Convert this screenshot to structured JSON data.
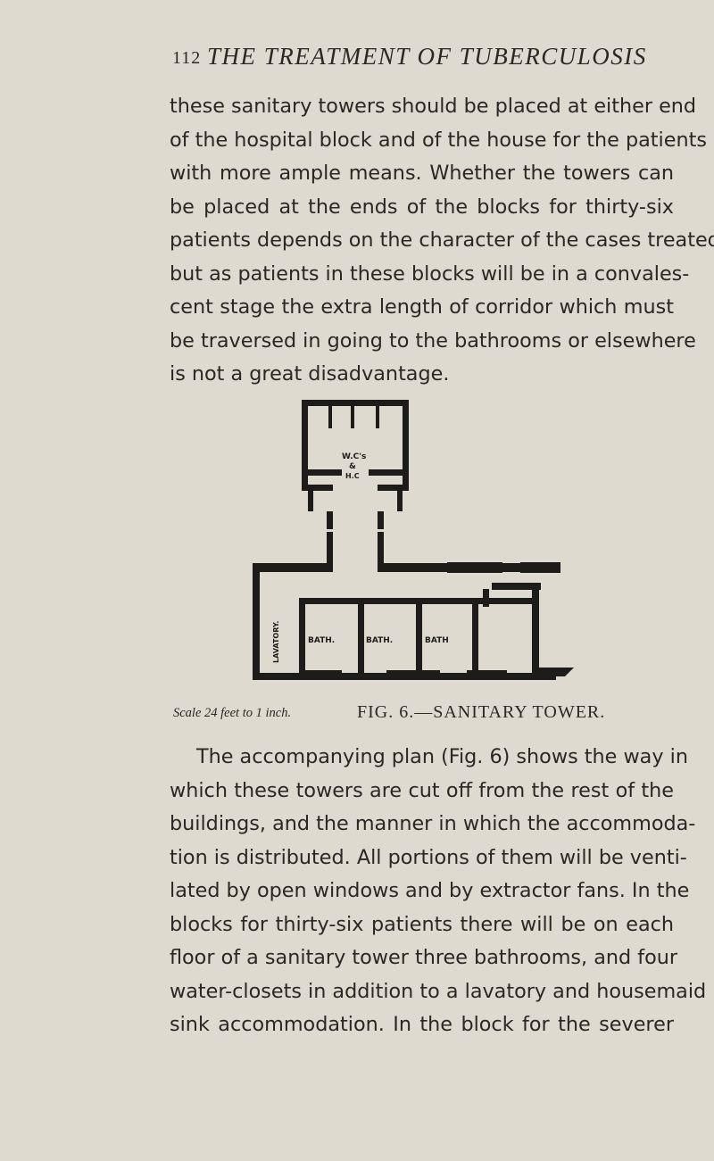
{
  "header": {
    "page_number": "112",
    "running_title": "THE TREATMENT OF TUBERCULOSIS"
  },
  "paragraph_1": {
    "lines": [
      "these sanitary towers should be placed at either end",
      "of the hospital block and of the house for the patients",
      "with more ample means. Whether the towers can",
      "be placed at the ends of the blocks for thirty-six",
      "patients depends on the character of the cases treated,",
      "but as patients in these blocks will be in a convales-",
      "cent stage the extra length of corridor which must",
      "be traversed in going to the bathrooms or elsewhere",
      "is not a great disadvantage."
    ]
  },
  "figure": {
    "labels": {
      "wc_top": "W.C's",
      "wc_amp": "&",
      "wc_bottom": "H.C",
      "lavatory": "LAVATORY.",
      "bath_1": "BATH.",
      "bath_2": "BATH.",
      "bath_3": "BATH"
    },
    "scale_text": "Scale 24 feet to 1 inch.",
    "caption": "FIG. 6.—SANITARY TOWER."
  },
  "paragraph_2": {
    "lines": [
      "The accompanying plan (Fig. 6) shows the way in",
      "which these towers are cut off from the rest of the",
      "buildings, and the manner in which the accommoda-",
      "tion is distributed. All portions of them will be venti-",
      "lated by open windows and by extractor fans. In the",
      "blocks for thirty-six patients there will be on each",
      "floor of a sanitary tower three bathrooms, and four",
      "water-closets in addition to a lavatory and housemaid",
      "sink accommodation. In the block for the severer"
    ]
  }
}
